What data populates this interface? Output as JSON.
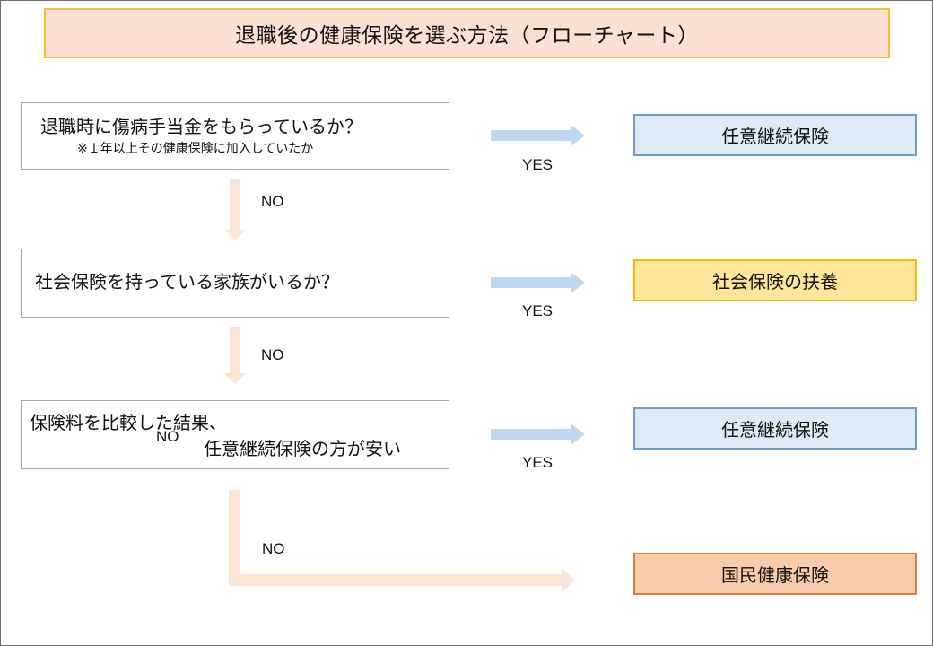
{
  "title": "退職後の健康保険を選ぶ方法（フローチャート）",
  "questions": [
    {
      "text": "退職時に傷病手当金をもらっているか？",
      "note": "※１年以上その健康保険に加入していたか"
    },
    {
      "text": "社会保険を持っている家族がいるか？"
    },
    {
      "line1": "保険料を比較した結果、",
      "line2": "任意継続保険の方が安い"
    }
  ],
  "results": [
    {
      "label": "任意継続保険"
    },
    {
      "label": "社会保険の扶養"
    },
    {
      "label": "任意継続保険"
    },
    {
      "label": "国民健康保険"
    }
  ],
  "yes_label": "YES",
  "no_label": "NO",
  "colors": {
    "title_bg": "#fbe0d3",
    "title_border": "#f2c12e",
    "yes_arrow": "#bdd7ee",
    "no_arrow": "#fbe5d6",
    "result_blue": "#deebf7",
    "result_yellow": "#ffe699",
    "result_orange": "#f8cbad"
  }
}
